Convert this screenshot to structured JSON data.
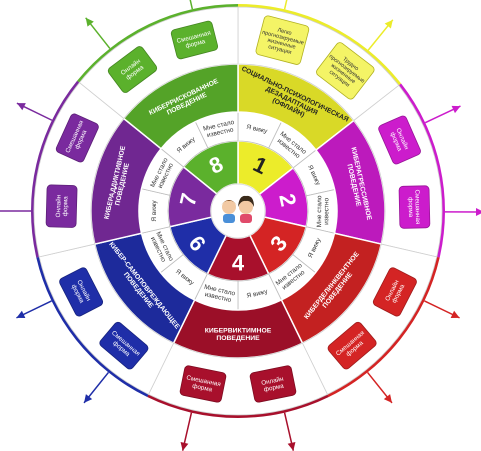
{
  "colors": {
    "yellow": "#ecec2a",
    "magenta": "#cc1ccc",
    "red": "#d42424",
    "crimson": "#a8102c",
    "navy": "#1f2ea8",
    "purple": "#7a2a9e",
    "green": "#5bb12c"
  },
  "center": {
    "icon": "children-icon"
  },
  "sectors": [
    {
      "number": "1",
      "color": "#ecec2a",
      "title": "СОЦИАЛЬНО-ПСИХОЛОГИЧЕСКАЯ ДЕЗАДАПТАЦИЯ (ОФЛАЙН)",
      "inner_labels": [
        "Я вижу",
        "Мне стало известно"
      ],
      "forms": [
        "Легко прогнозируемые жизненные ситуации",
        "Трудно прогнозируемые жизненные ситуации"
      ]
    },
    {
      "number": "2",
      "color": "#cc1ccc",
      "title": "КИБЕРАГРЕССИВНОЕ ПОВЕДЕНИЕ",
      "inner_labels": [
        "Я вижу",
        "Мне стало известно"
      ],
      "forms": [
        "Онлайн форма",
        "Смешанная форма"
      ]
    },
    {
      "number": "3",
      "color": "#d42424",
      "title": "КИБЕРДЕЛИНКВЕНТНОЕ ПОВЕДЕНИЕ",
      "inner_labels": [
        "Я вижу",
        "Мне стало известно"
      ],
      "forms": [
        "Онлайн форма",
        "Смешанная форма"
      ]
    },
    {
      "number": "4",
      "color": "#a8102c",
      "title": "КИБЕРВИКТИМНОЕ ПОВЕДЕНИЕ",
      "inner_labels": [
        "Я вижу",
        "Мне стало известно"
      ],
      "forms": [
        "Онлайн форма",
        "Смешанная форма"
      ]
    },
    {
      "number": "6",
      "color": "#1f2ea8",
      "title": "КИБЕР-САМОПОВРЕЖДАЮЩЕЕ ПОВЕДЕНИЕ",
      "inner_labels": [
        "Я вижу",
        "Мне стало известно"
      ],
      "forms": [
        "Смешанная форма",
        "Онлайн форма"
      ]
    },
    {
      "number": "7",
      "color": "#7a2a9e",
      "title": "КИБЕРАДДИКТИВНОЕ ПОВЕДЕНИЕ",
      "inner_labels": [
        "Я вижу",
        "Мне стало известно"
      ],
      "forms": [
        "Онлайн форма",
        "Смешанная форма"
      ]
    },
    {
      "number": "8",
      "color": "#5bb12c",
      "title": "КИБЕРРИСКОВАННОЕ ПОВЕДЕНИЕ",
      "inner_labels": [
        "Я вижу",
        "Мне стало известно"
      ],
      "forms": [
        "Онлайн форма",
        "Смешанная форма"
      ]
    }
  ]
}
